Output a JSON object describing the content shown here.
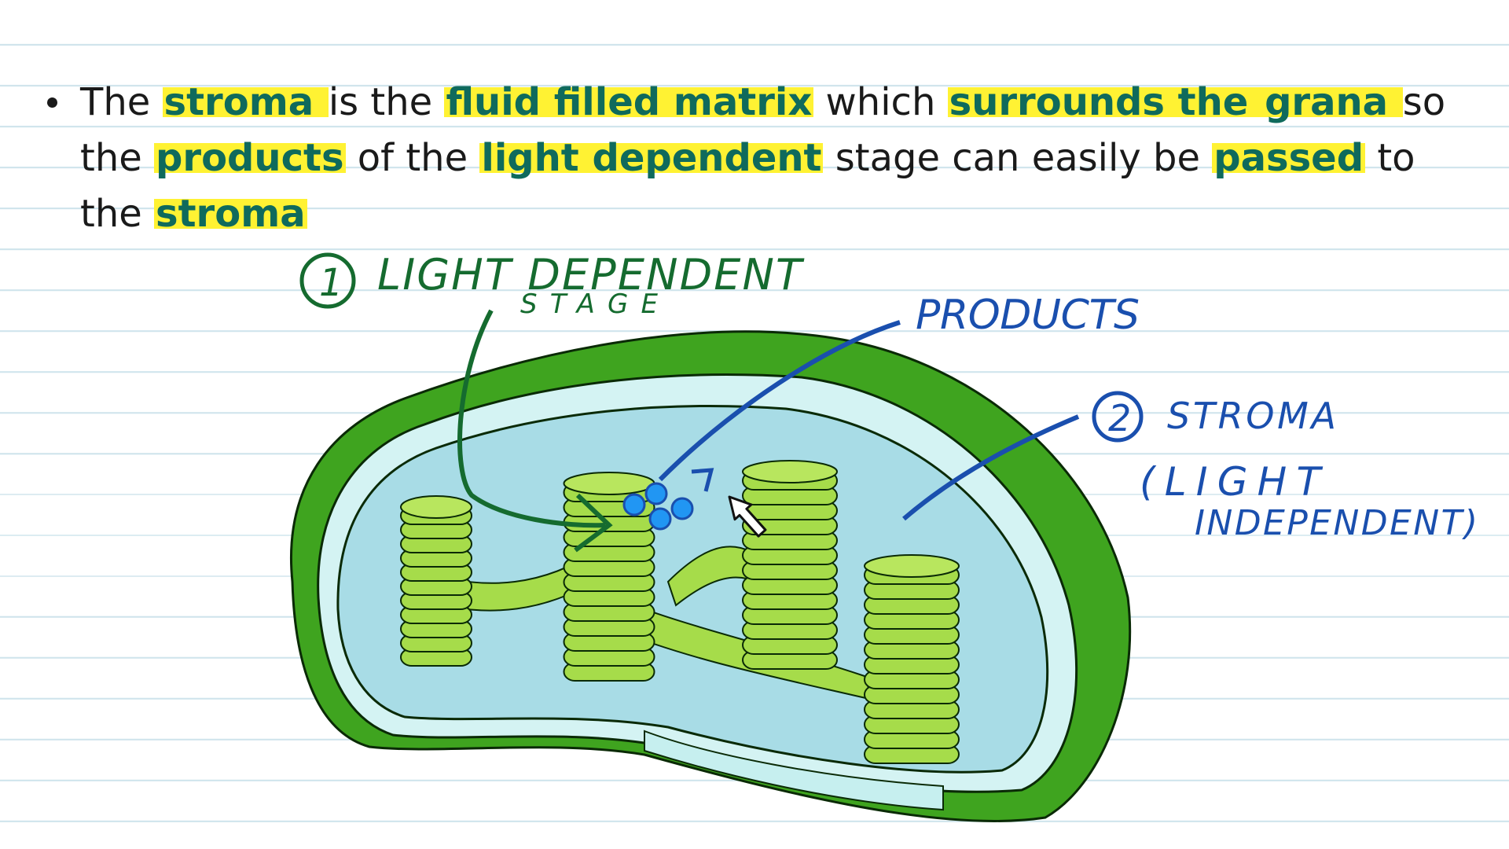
{
  "notes": {
    "bullet": [
      {
        "t": "The ",
        "hl": false
      },
      {
        "t": "stroma ",
        "hl": true
      },
      {
        "t": "is the ",
        "hl": false
      },
      {
        "t": "fluid filled matrix",
        "hl": true
      },
      {
        "t": " which ",
        "hl": false
      },
      {
        "t": "surrounds the ",
        "hl": true
      },
      {
        "t": "grana ",
        "hl": true
      },
      {
        "t": "so the ",
        "hl": false
      },
      {
        "t": "products",
        "hl": true
      },
      {
        "t": " of the ",
        "hl": false
      },
      {
        "t": "light dependent",
        "hl": true
      },
      {
        "t": " stage can easily be ",
        "hl": false
      },
      {
        "t": "passed",
        "hl": true
      },
      {
        "t": " to the ",
        "hl": false
      },
      {
        "t": "stroma",
        "hl": true
      }
    ]
  },
  "annotations": {
    "step1_number": "1",
    "step1_line1": "LIGHT DEPENDENT",
    "step1_line2": "STAGE",
    "products": "PRODUCTS",
    "step2_number": "2",
    "step2_line1": "STROMA",
    "step2_line2": "(LIGHT",
    "step2_line3": "INDEPENDENT)"
  },
  "colors": {
    "highlight": "#fff233",
    "keyword_text": "#0f6a5c",
    "outer_membrane": "#3fa41f",
    "stroma_fill": "#a8dce6",
    "thylakoid": "#a6dc4a",
    "pen_green": "#156b2f",
    "pen_blue": "#1a4fae"
  },
  "icons": [
    "arrow-cursor-icon"
  ]
}
